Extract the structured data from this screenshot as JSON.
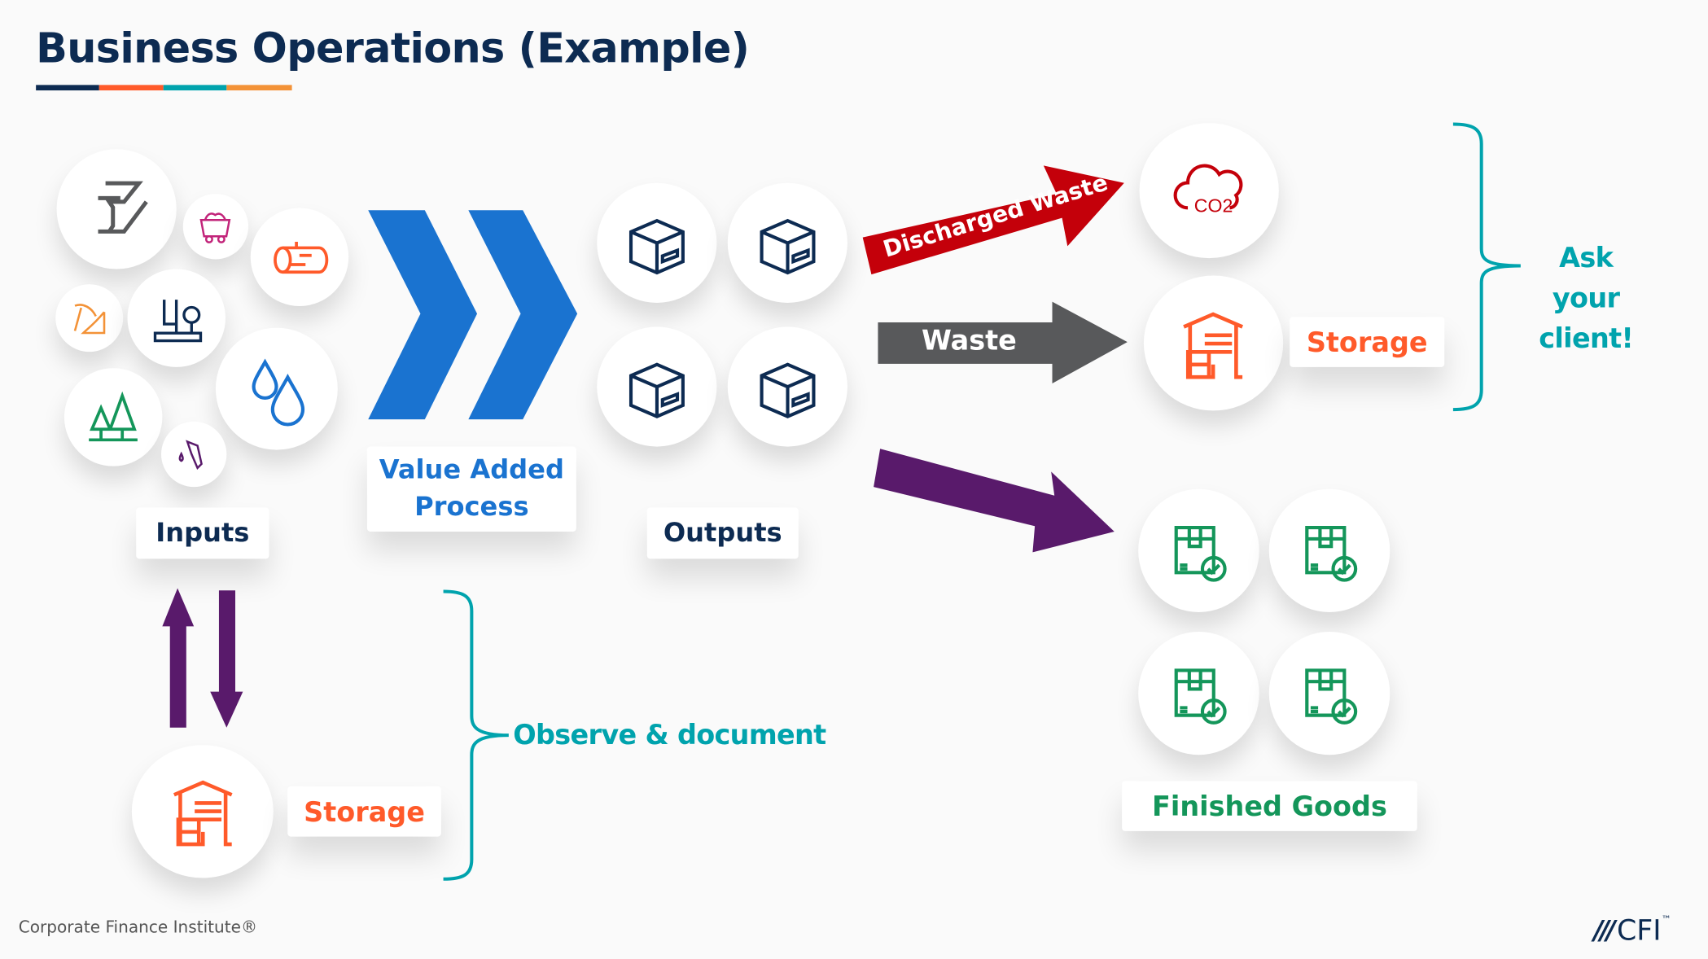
{
  "title": "Business Operations (Example)",
  "title_underline_colors": [
    "#0d2b52",
    "#ff5a2a",
    "#00a3ad",
    "#f39237"
  ],
  "inputs": {
    "label": "Inputs",
    "icons": [
      "steel-beam-icon",
      "ore-cart-icon",
      "log-icon",
      "pickaxe-icon",
      "pipeline-icon",
      "water-drops-icon",
      "trees-icon",
      "fuel-nozzle-icon"
    ]
  },
  "process": {
    "label_line1": "Value Added",
    "label_line2": "Process",
    "color": "#1a73d0"
  },
  "outputs": {
    "label": "Outputs",
    "icons": [
      "box-icon",
      "box-icon",
      "box-icon",
      "box-icon"
    ]
  },
  "discharged_waste": {
    "label": "Discharged Waste",
    "color": "#c4000a",
    "icon": "co2-cloud-icon",
    "icon_text": "CO2"
  },
  "waste": {
    "label": "Waste",
    "color": "#58595b",
    "storage_label": "Storage",
    "icon": "warehouse-icon"
  },
  "ask_client": {
    "line1": "Ask your",
    "line2": "client!"
  },
  "finished_goods": {
    "label": "Finished Goods",
    "color": "#14965a",
    "icons": [
      "checked-box-icon",
      "checked-box-icon",
      "checked-box-icon",
      "checked-box-icon"
    ]
  },
  "input_storage": {
    "label": "Storage",
    "icon": "warehouse-icon"
  },
  "observe": {
    "label": "Observe & document"
  },
  "colors": {
    "navy": "#0d2b52",
    "orange": "#ff5a2a",
    "teal": "#00a3ad",
    "purple": "#591a6b"
  },
  "footer": {
    "text": "Corporate Finance Institute®",
    "logo": "CFI",
    "tm": "™"
  }
}
